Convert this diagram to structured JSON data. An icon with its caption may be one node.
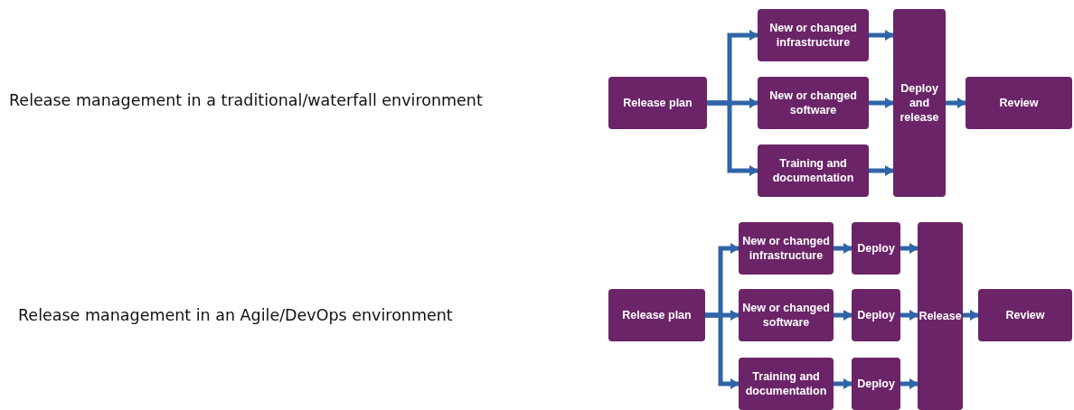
{
  "diagram": {
    "nodes": [
      {
        "text": [
          "Release plan"
        ]
      },
      {
        "text": [
          "New or changed infrastructure"
        ]
      },
      {
        "text": [
          "New or changed software"
        ]
      },
      {
        "text": [
          "Training and documentation"
        ]
      },
      {
        "text": [
          "Deploy and release"
        ]
      },
      {
        "text": [
          "Review"
        ]
      },
      {
        "text": [
          "Release plan"
        ]
      },
      {
        "text": [
          "New or changed infrastructure"
        ]
      },
      {
        "text": [
          "New or changed software"
        ]
      },
      {
        "text": [
          "Training and documentation"
        ]
      },
      {
        "text": [
          "Deploy"
        ]
      },
      {
        "text": [
          "Deploy"
        ]
      },
      {
        "text": [
          "Deploy"
        ]
      },
      {
        "text": [
          "Release"
        ]
      },
      {
        "text": [
          "Review"
        ]
      }
    ],
    "edges": [
      {
        "from": 0,
        "to": 1,
        "arrow": "to"
      },
      {
        "from": 0,
        "to": 2,
        "arrow": "to"
      },
      {
        "from": 0,
        "to": 3,
        "arrow": "to"
      },
      {
        "from": 1,
        "to": 4,
        "arrow": "to"
      },
      {
        "from": 2,
        "to": 4,
        "arrow": "to"
      },
      {
        "from": 3,
        "to": 4,
        "arrow": "to"
      },
      {
        "from": 4,
        "to": 5,
        "arrow": "to"
      },
      {
        "from": 6,
        "to": 7,
        "arrow": "to"
      },
      {
        "from": 6,
        "to": 8,
        "arrow": "to"
      },
      {
        "from": 6,
        "to": 9,
        "arrow": "to"
      },
      {
        "from": 7,
        "to": 10,
        "arrow": "to"
      },
      {
        "from": 8,
        "to": 11,
        "arrow": "to"
      },
      {
        "from": 9,
        "to": 12,
        "arrow": "to"
      },
      {
        "from": 10,
        "to": 13,
        "arrow": "to"
      },
      {
        "from": 11,
        "to": 13,
        "arrow": "to"
      },
      {
        "from": 12,
        "to": 13,
        "arrow": "to"
      },
      {
        "from": 13,
        "to": 14,
        "arrow": "to"
      }
    ],
    "labels": [
      "Release management in a traditional/waterfall environment",
      "Release management in an Agile/DevOps environment"
    ]
  }
}
